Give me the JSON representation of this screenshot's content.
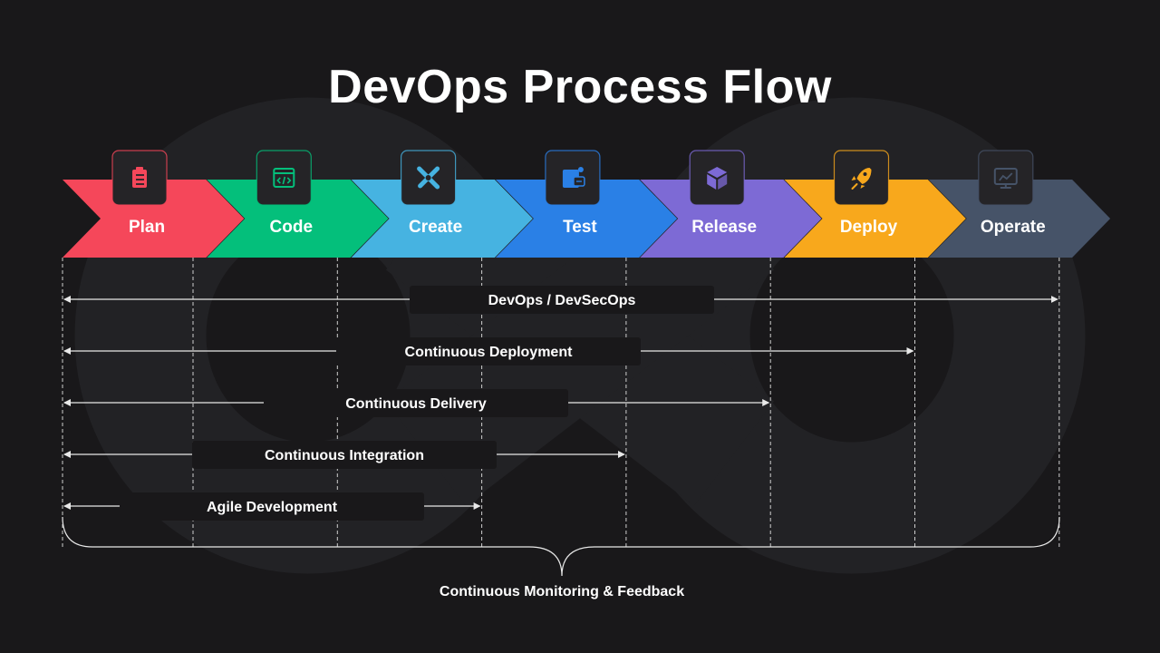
{
  "title": "DevOps Process Flow",
  "background_color": "#19181a",
  "stages": [
    {
      "label": "Plan",
      "color": "#f5475a",
      "icon": "clipboard-icon"
    },
    {
      "label": "Code",
      "color": "#04bf7b",
      "icon": "code-window-icon"
    },
    {
      "label": "Create",
      "color": "#46b3e1",
      "icon": "design-tools-icon"
    },
    {
      "label": "Test",
      "color": "#2a80e6",
      "icon": "test-calendar-icon"
    },
    {
      "label": "Release",
      "color": "#7d6ad5",
      "icon": "package-icon"
    },
    {
      "label": "Deploy",
      "color": "#f8a81c",
      "icon": "rocket-icon"
    },
    {
      "label": "Operate",
      "color": "#465368",
      "icon": "monitor-dashboard-icon"
    }
  ],
  "spans": [
    {
      "label": "DevOps / DevSecOps",
      "end_stage": "Operate"
    },
    {
      "label": "Continuous Deployment",
      "end_stage": "Deploy"
    },
    {
      "label": "Continuous Delivery",
      "end_stage": "Release"
    },
    {
      "label": "Continuous Integration",
      "end_stage": "Test"
    },
    {
      "label": "Agile Development",
      "end_stage": "Create"
    }
  ],
  "feedback_label": "Continuous Monitoring & Feedback"
}
